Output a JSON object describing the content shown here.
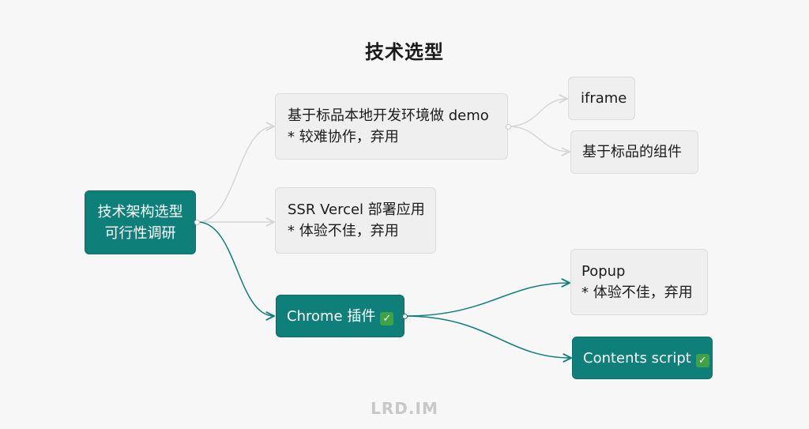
{
  "title": "技术选型",
  "nodes": {
    "root": {
      "line1": "技术架构选型",
      "line2": "可行性调研"
    },
    "local_demo": {
      "line1": "基于标品本地开发环境做 demo",
      "line2": "* 较难协作，弃用"
    },
    "ssr_vercel": {
      "line1": "SSR Vercel 部署应用",
      "line2": "* 体验不佳，弃用"
    },
    "chrome_plugin": {
      "line1": "Chrome 插件",
      "badge": "✓"
    },
    "iframe": {
      "line1": "iframe"
    },
    "standard_component": {
      "line1": "基于标品的组件"
    },
    "popup": {
      "line1": "Popup",
      "line2": "* 体验不佳，弃用"
    },
    "contents_script": {
      "line1": "Contents script",
      "badge": "✓"
    }
  },
  "watermark": "LRD.IM",
  "colors": {
    "background": "#f7f7f7",
    "accent": "#0f7f79",
    "node_light": "#efefef",
    "edge_gray": "#d6d6d6",
    "check_green": "#3fa344"
  }
}
